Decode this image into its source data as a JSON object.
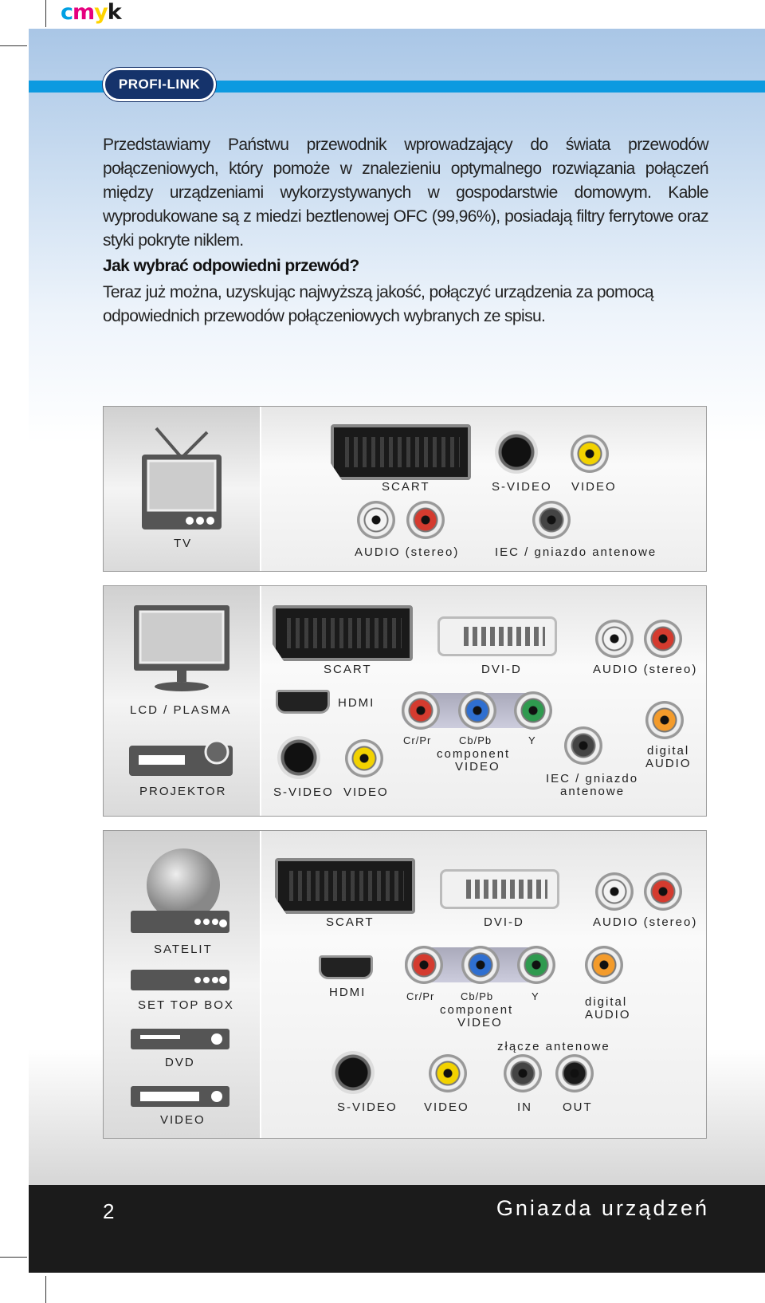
{
  "marks": {
    "cmyk": [
      "c",
      "m",
      "y",
      "k"
    ]
  },
  "colors": {
    "c": "#00a0e3",
    "m": "#e6007e",
    "y": "#ffd400",
    "k": "#1a1a1a"
  },
  "brand": "PROFI-LINK",
  "intro": "Przedstawiamy Państwu przewodnik wprowadzający do świata przewodów połączeniowych, który pomoże w znalezieniu optymalnego rozwiązania połączeń między urządzeniami wykorzystywanych w gospodarstwie domowym. Kable wyprodukowane są z miedzi beztlenowej OFC (99,96%), posiadają filtry ferrytowe oraz styki pokryte niklem.",
  "heading": "Jak wybrać odpowiedni przewód?",
  "para2": "Teraz już można, uzyskując najwyższą jakość, połączyć urządzenia za pomocą odpowiednich przewodów połączeniowych wybranych ze spisu.",
  "panel1": {
    "device": "TV",
    "scart": "SCART",
    "svideo": "S-VIDEO",
    "video": "VIDEO",
    "audio": "AUDIO (stereo)",
    "iec": "IEC / gniazdo antenowe"
  },
  "panel2": {
    "device1": "LCD / PLASMA",
    "device2": "PROJEKTOR",
    "scart": "SCART",
    "dvid": "DVI-D",
    "audio": "AUDIO (stereo)",
    "hdmi": "HDMI",
    "crpr": "Cr/Pr",
    "cbpb": "Cb/Pb",
    "y": "Y",
    "component1": "component",
    "component2": "VIDEO",
    "digital1": "digital",
    "digital2": "AUDIO",
    "iec1": "IEC / gniazdo",
    "iec2": "antenowe",
    "svideo": "S-VIDEO",
    "video": "VIDEO"
  },
  "panel3": {
    "device1": "SATELIT",
    "device2": "SET TOP BOX",
    "device3": "DVD",
    "device4": "VIDEO",
    "scart": "SCART",
    "dvid": "DVI-D",
    "audio": "AUDIO (stereo)",
    "hdmi": "HDMI",
    "crpr": "Cr/Pr",
    "cbpb": "Cb/Pb",
    "y": "Y",
    "component1": "component",
    "component2": "VIDEO",
    "digital1": "digital",
    "digital2": "AUDIO",
    "antenna": "złącze antenowe",
    "svideo": "S-VIDEO",
    "video": "VIDEO",
    "in": "IN",
    "out": "OUT"
  },
  "footer": {
    "page_number": "2",
    "title": "Gniazda urządzeń"
  }
}
